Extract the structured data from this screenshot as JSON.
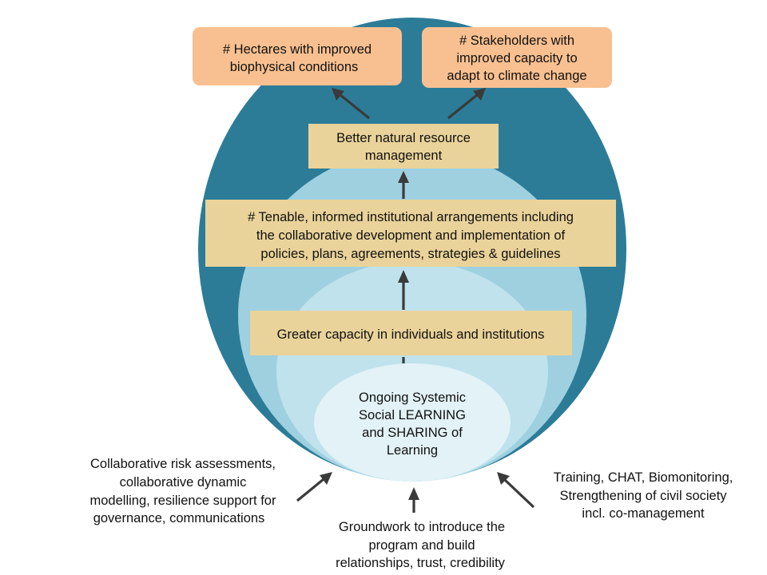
{
  "colors": {
    "outer_circle": "#2c7c98",
    "middle_circle": "#9fd0e0",
    "inner_circle": "#bfe2ec",
    "core_ellipse": "#e2f2f7",
    "outcome_box": "#f8c090",
    "intermediate_box": "#ead39a",
    "arrow": "#3a3a3a"
  },
  "outcomes": {
    "hectares": [
      "# Hectares with improved",
      "biophysical conditions"
    ],
    "stakeholders": [
      "# Stakeholders with",
      "improved capacity to",
      "adapt to climate change"
    ]
  },
  "intermediate": {
    "nrm": [
      "Better natural resource",
      "management"
    ],
    "institutional": [
      "# Tenable, informed institutional arrangements including",
      "the collaborative development and implementation of",
      "policies, plans, agreements, strategies & guidelines"
    ],
    "capacity": [
      "Greater capacity in individuals and institutions"
    ]
  },
  "core": [
    "Ongoing Systemic",
    "Social LEARNING",
    "and SHARING of",
    "Learning"
  ],
  "inputs": {
    "left": [
      "Collaborative risk assessments,",
      "collaborative dynamic",
      "modelling, resilience support for",
      "governance, communications"
    ],
    "bottom": [
      "Groundwork to introduce the",
      "program and build",
      "relationships, trust, credibility"
    ],
    "right": [
      "Training, CHAT, Biomonitoring,",
      "Strengthening of civil society",
      "incl. co-management"
    ]
  }
}
